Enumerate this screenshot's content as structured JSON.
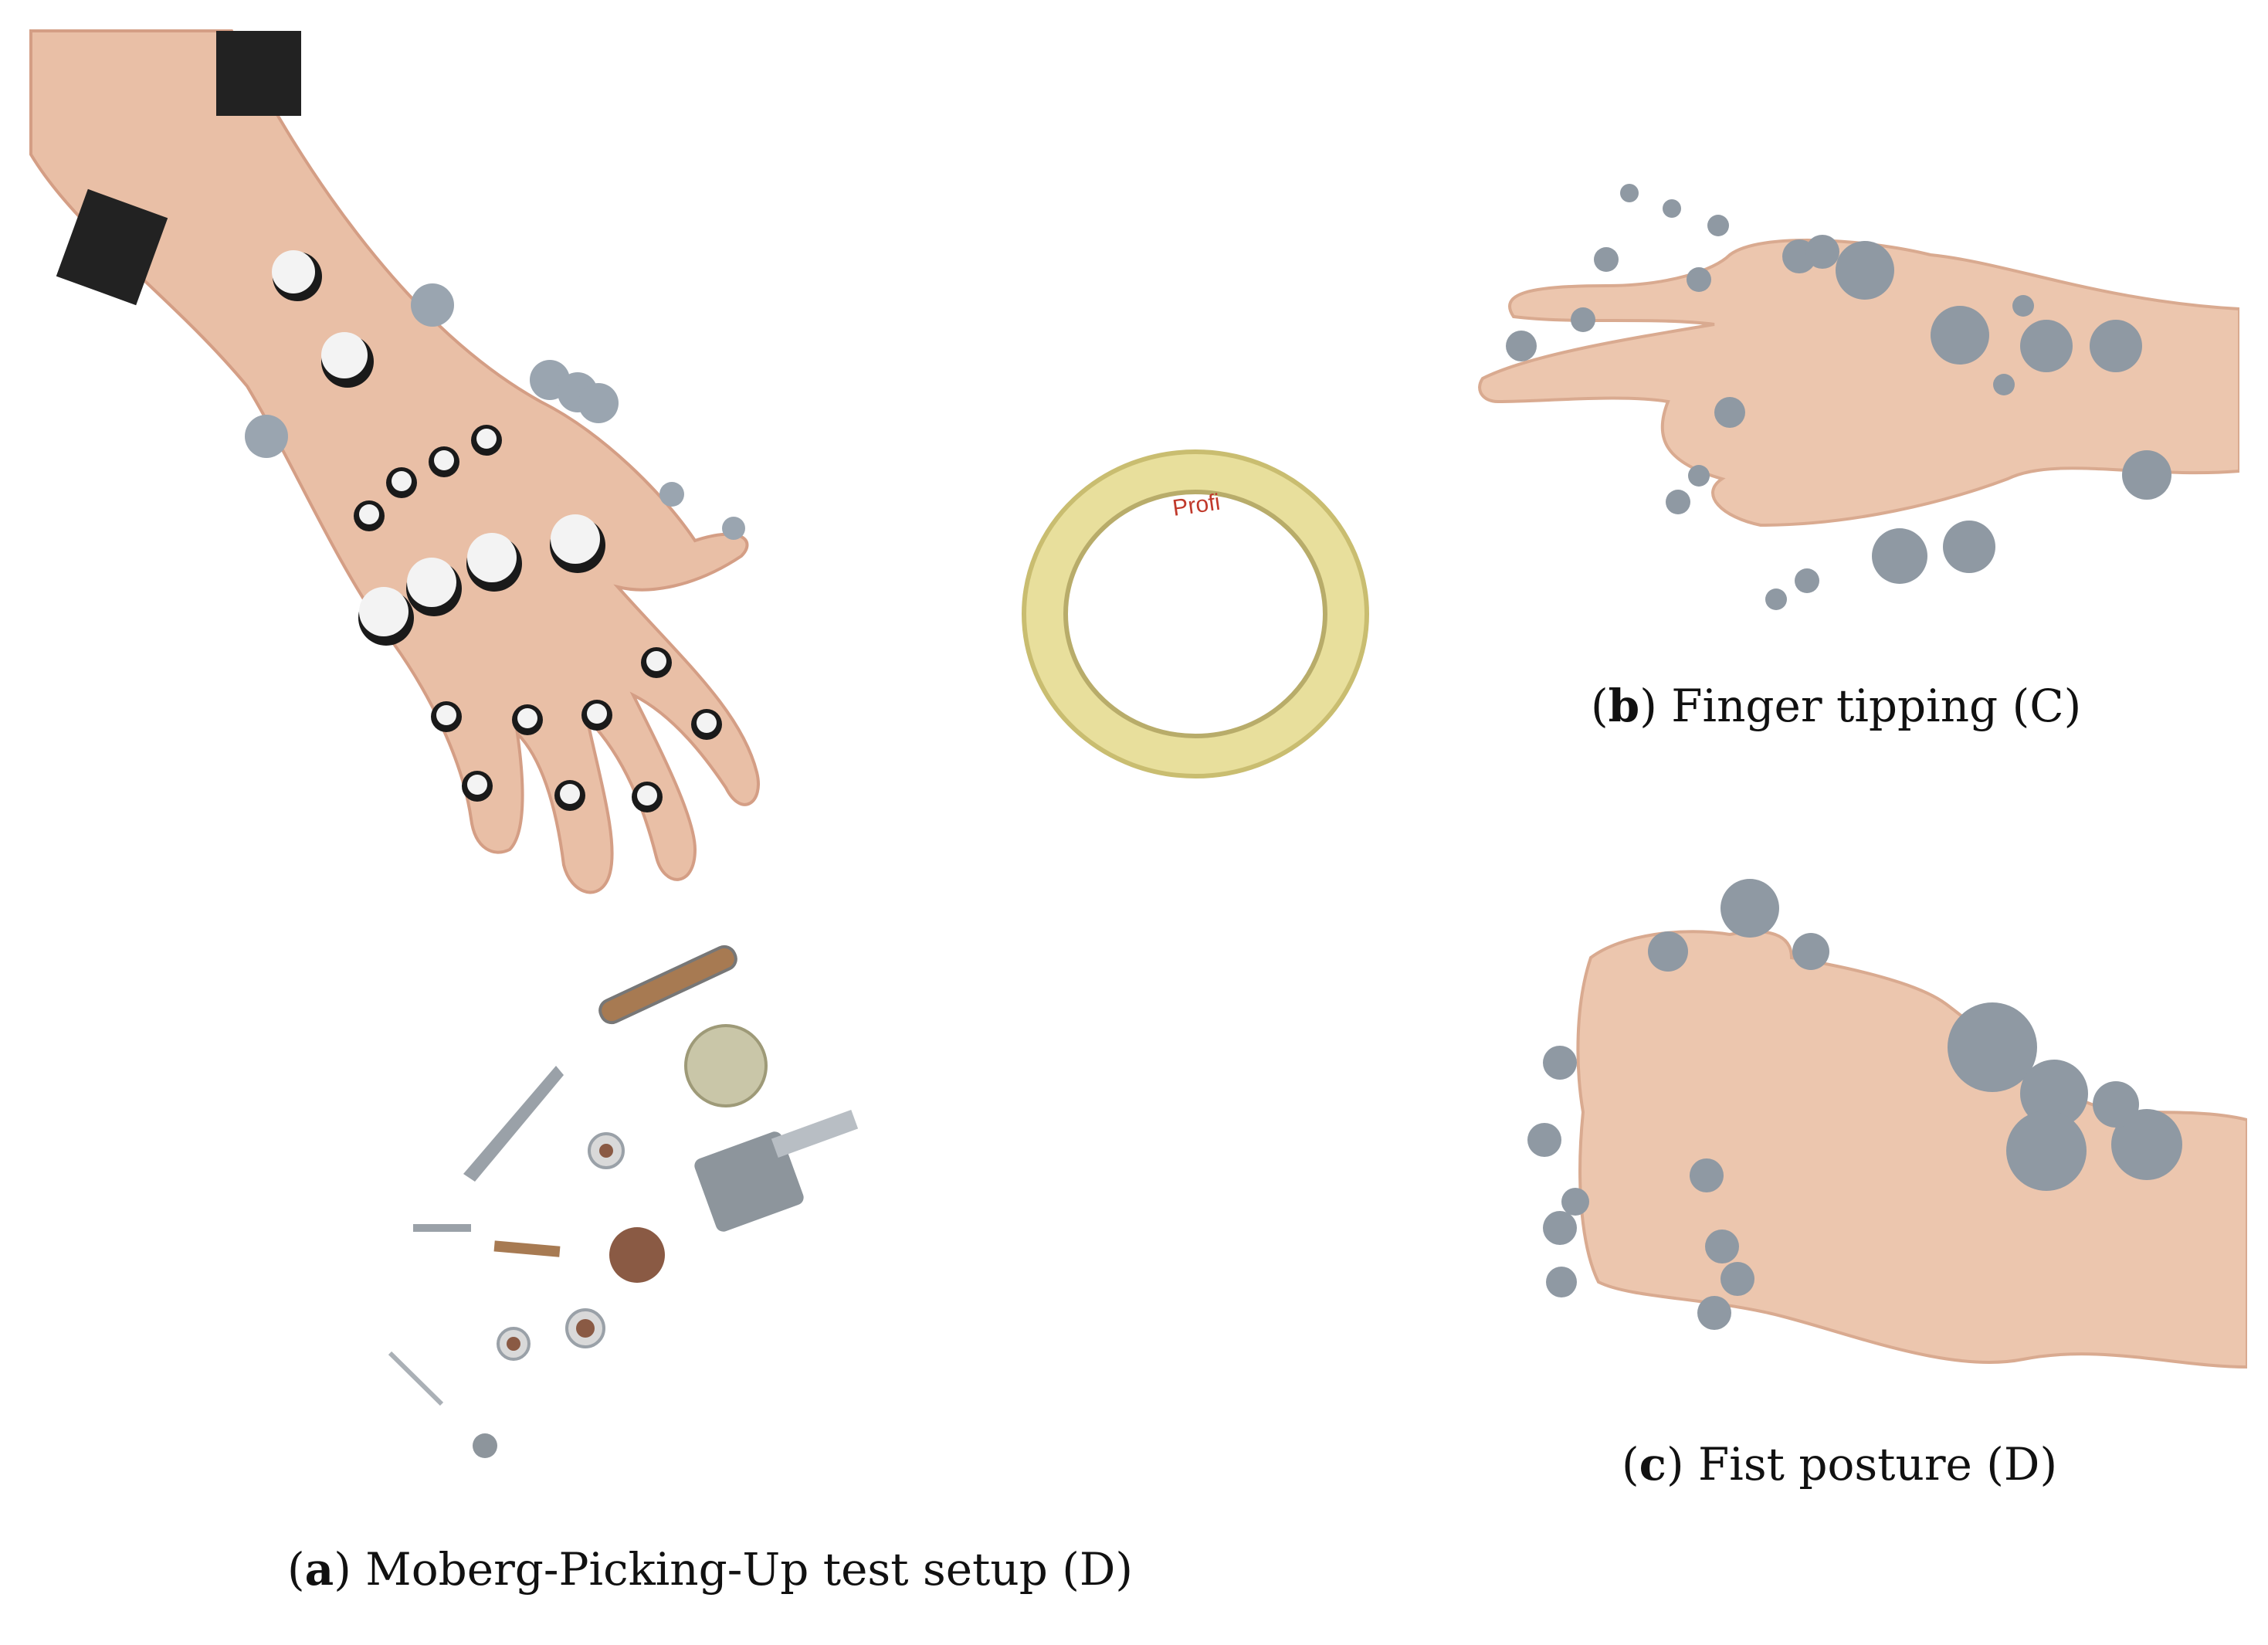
{
  "figure": {
    "panels": [
      {
        "id": "a",
        "paren_open": "(",
        "letter": "a",
        "paren_close": ")",
        "text": " Moberg-Picking-Up test setup (D)"
      },
      {
        "id": "b",
        "paren_open": "(",
        "letter": "b",
        "paren_close": ")",
        "text": " Finger tipping (C)"
      },
      {
        "id": "c",
        "paren_open": "(",
        "letter": "c",
        "paren_close": ")",
        "text": " Fist posture (D)"
      }
    ],
    "tape_label": "Profi",
    "colors": {
      "skin": "#e9bfa6",
      "skin_shadow": "#d49e85",
      "marker_white": "#f3f3f3",
      "marker_grey": "#8f99a3",
      "marker_base": "#1a1a1a",
      "tape": "#e8df9c",
      "tape_label": "#c0392b",
      "coin_silver": "#c9c6a8",
      "coin_copper": "#8a5a44",
      "metal": "#9aa1a8"
    }
  }
}
